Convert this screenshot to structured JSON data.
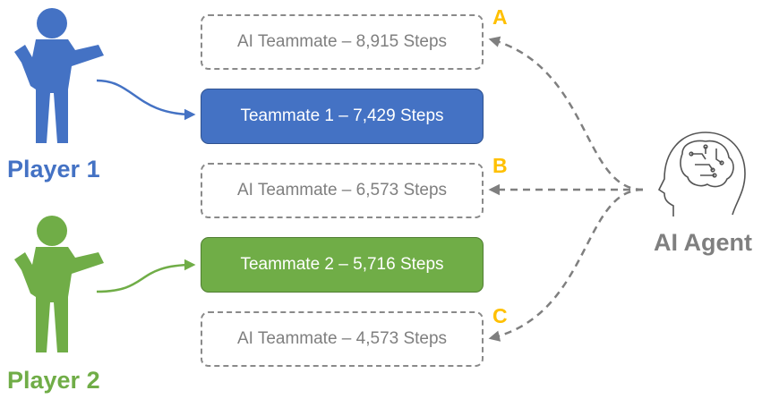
{
  "players": [
    {
      "id": "p1",
      "label": "Player 1",
      "color": "#4472c4"
    },
    {
      "id": "p2",
      "label": "Player 2",
      "color": "#70ad47"
    }
  ],
  "boxes": [
    {
      "id": "ai-a",
      "kind": "ai",
      "label": "AI Teammate – 8,915 Steps",
      "letter": "A"
    },
    {
      "id": "teammate-1",
      "kind": "p1",
      "label": "Teammate 1 – 7,429 Steps"
    },
    {
      "id": "ai-b",
      "kind": "ai",
      "label": "AI Teammate – 6,573 Steps",
      "letter": "B"
    },
    {
      "id": "teammate-2",
      "kind": "p2",
      "label": "Teammate 2 – 5,716 Steps"
    },
    {
      "id": "ai-c",
      "kind": "ai",
      "label": "AI Teammate – 4,573 Steps",
      "letter": "C"
    }
  ],
  "agent": {
    "label": "AI Agent",
    "icon": "brain-head-icon",
    "color": "#7f7f7f"
  },
  "colors": {
    "letter": "#ffc000",
    "dashed": "#8a8a8a"
  }
}
